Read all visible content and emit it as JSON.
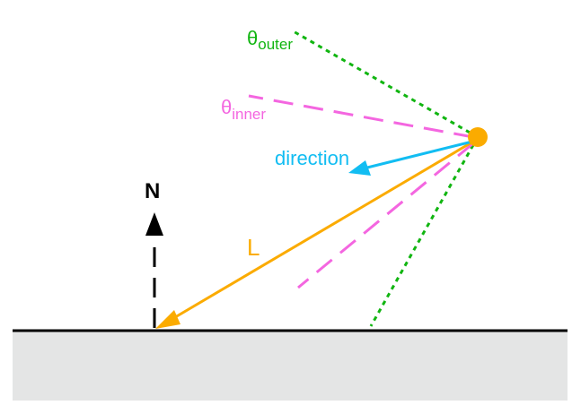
{
  "labels": {
    "theta_outer": {
      "symbol": "θ",
      "sub": "outer"
    },
    "theta_inner": {
      "symbol": "θ",
      "sub": "inner"
    },
    "direction": "direction",
    "light_vector": "L",
    "normal": "N"
  },
  "colors": {
    "outer": "#11b511",
    "inner": "#f466e0",
    "direction": "#12bdf2",
    "light": "#fbab00",
    "normal": "#000000",
    "ground": "#e4e5e5"
  }
}
